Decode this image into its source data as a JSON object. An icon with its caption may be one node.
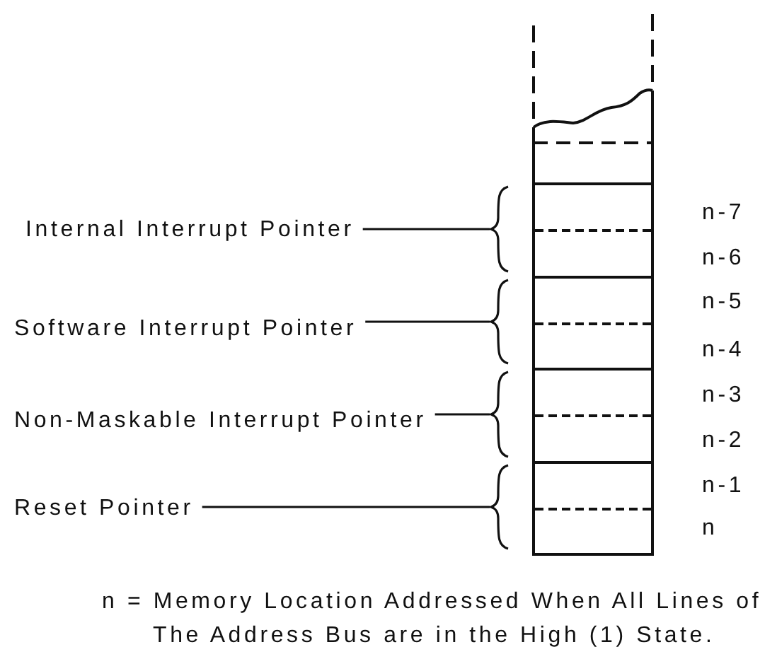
{
  "diagram": {
    "caption": "n = Memory Location Addressed When All Lines of The Address Bus are in the High (1) State.",
    "nodes": [
      {
        "text": [
          "Internal Interrupt Pointer"
        ]
      },
      {
        "text": [
          "Software Interrupt Pointer"
        ]
      },
      {
        "text": [
          "Non-Maskable Interrupt Pointer"
        ]
      },
      {
        "text": [
          "Reset Pointer"
        ]
      },
      {
        "text": [],
        "shape": "box"
      },
      {
        "text": [],
        "shape": "box"
      },
      {
        "text": [],
        "shape": "box"
      },
      {
        "text": [],
        "shape": "box"
      }
    ],
    "edges": [
      {
        "from": 0,
        "to": 4,
        "arrow": "none"
      },
      {
        "from": 1,
        "to": 5,
        "arrow": "none"
      },
      {
        "from": 2,
        "to": 6,
        "arrow": "none"
      },
      {
        "from": 3,
        "to": 7,
        "arrow": "none"
      }
    ],
    "labels": [
      "n-7",
      "n-6",
      "n-5",
      "n-4",
      "n-3",
      "n-2",
      "n-1",
      "n"
    ]
  }
}
